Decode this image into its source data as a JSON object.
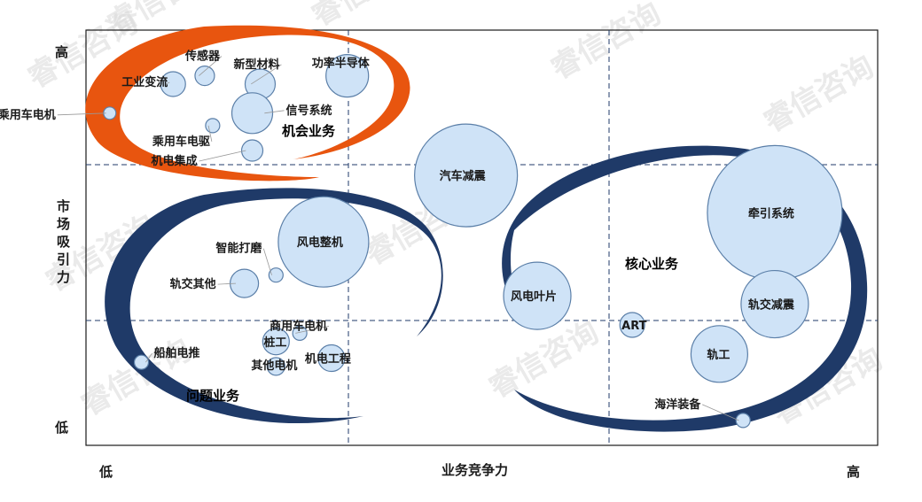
{
  "chart_data": {
    "type": "bubble-matrix",
    "xlabel": "业务竞争力",
    "ylabel": "市场吸引力",
    "x_low": "低",
    "x_high": "高",
    "y_low": "低",
    "y_high": "高",
    "xlim": [
      0,
      100
    ],
    "ylim": [
      0,
      100
    ],
    "grid": "dashed 3x3",
    "bubbles": [
      {
        "name": "工业变流",
        "x": 11,
        "y": 87,
        "r": 14
      },
      {
        "name": "传感器",
        "x": 15,
        "y": 89,
        "r": 11
      },
      {
        "name": "新型材料",
        "x": 22,
        "y": 87,
        "r": 17
      },
      {
        "name": "功率半导体",
        "x": 33,
        "y": 89,
        "r": 24
      },
      {
        "name": "乘用车电机",
        "x": 3,
        "y": 80,
        "r": 7
      },
      {
        "name": "信号系统",
        "x": 21,
        "y": 80,
        "r": 23
      },
      {
        "name": "乘用车电驱",
        "x": 16,
        "y": 77,
        "r": 8
      },
      {
        "name": "机电集成",
        "x": 21,
        "y": 71,
        "r": 12
      },
      {
        "name": "汽车减震",
        "x": 48,
        "y": 65,
        "r": 58
      },
      {
        "name": "牵引系统",
        "x": 87,
        "y": 56,
        "r": 76
      },
      {
        "name": "风电整机",
        "x": 30,
        "y": 49,
        "r": 51
      },
      {
        "name": "智能打磨",
        "x": 24,
        "y": 41,
        "r": 8
      },
      {
        "name": "轨交其他",
        "x": 20,
        "y": 39,
        "r": 16
      },
      {
        "name": "风电叶片",
        "x": 57,
        "y": 36,
        "r": 38
      },
      {
        "name": "轨交减震",
        "x": 87,
        "y": 34,
        "r": 38
      },
      {
        "name": "商用车电机",
        "x": 27,
        "y": 27,
        "r": 8
      },
      {
        "name": "ART",
        "x": 69,
        "y": 29,
        "r": 14
      },
      {
        "name": "桩工",
        "x": 24,
        "y": 25,
        "r": 15
      },
      {
        "name": "船舶电推",
        "x": 7,
        "y": 20,
        "r": 8
      },
      {
        "name": "机电工程",
        "x": 31,
        "y": 21,
        "r": 15
      },
      {
        "name": "其他电机",
        "x": 24,
        "y": 19,
        "r": 10
      },
      {
        "name": "轨工",
        "x": 80,
        "y": 22,
        "r": 32
      },
      {
        "name": "海洋装备",
        "x": 83,
        "y": 6,
        "r": 8
      }
    ],
    "groups": [
      {
        "name": "机会业务",
        "color": "#e8550f"
      },
      {
        "name": "问题业务",
        "color": "#1f3a68"
      },
      {
        "name": "核心业务",
        "color": "#1f3a68"
      }
    ],
    "group_label_color": "#e02020",
    "bubble_fill": "#cfe3f7",
    "bubble_stroke": "#5b7fa8"
  },
  "watermark": "睿信咨询"
}
